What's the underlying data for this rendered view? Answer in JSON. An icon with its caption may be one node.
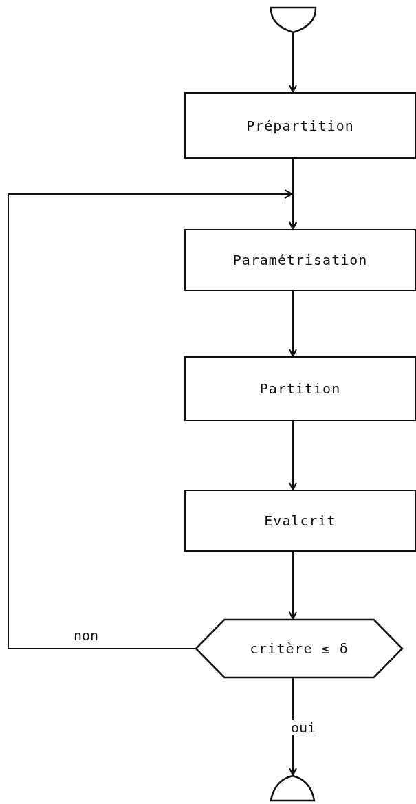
{
  "diagram": {
    "nodes": [
      {
        "text": [],
        "shape": "semicircle"
      },
      {
        "text": [
          "Prépartition"
        ]
      },
      {
        "text": [
          "Paramétrisation"
        ]
      },
      {
        "text": [
          "Partition"
        ]
      },
      {
        "text": [
          "Evalcrit"
        ]
      },
      {
        "text": [
          "critère ≤ δ"
        ]
      },
      {
        "text": [],
        "shape": "semicircle"
      }
    ],
    "edges": [
      {
        "from": 0,
        "to": 1,
        "arrow": "to"
      },
      {
        "from": 1,
        "to": 2,
        "arrow": "to"
      },
      {
        "from": 2,
        "to": 3,
        "arrow": "to"
      },
      {
        "from": 3,
        "to": 4,
        "arrow": "to"
      },
      {
        "from": 4,
        "to": 5,
        "arrow": "to"
      },
      {
        "from": 5,
        "to": 2,
        "arrow": "to",
        "label": "non"
      },
      {
        "from": 5,
        "to": 6,
        "arrow": "to",
        "label": "oui"
      }
    ]
  }
}
